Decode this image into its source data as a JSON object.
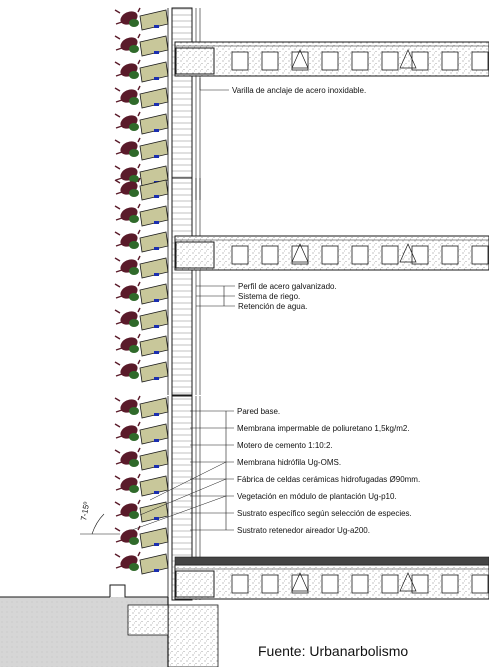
{
  "annotations": {
    "top": [
      "Varilla de anclaje de acero inoxidable."
    ],
    "middle": [
      "Perfil de acero galvanizado.",
      "Sistema de riego.",
      "Retención de agua."
    ],
    "bottom": [
      "Pared base.",
      "Membrana impermable de poliuretano 1,5kg/m2.",
      "Motero de cemento 1:10:2.",
      "Membrana hidrófila Ug-OMS.",
      "Fábrica de  celdas cerámicas hidrofugadas Ø90mm.",
      "Vegetación en módulo de plantación Ug-p10.",
      "Sustrato específico según selección de especies.",
      "Sustrato retenedor aireador Ug-a200."
    ]
  },
  "angle_label": "7-15º",
  "source": "Fuente: Urbanarbolismo",
  "colors": {
    "line": "#1a1a1a",
    "hatch": "#777777",
    "concrete": "#d9d9d9",
    "pot": "#c8c79a",
    "plant_dark": "#5a1b2a",
    "plant_green": "#2f6a2a",
    "drip": "#1b2fb0"
  }
}
